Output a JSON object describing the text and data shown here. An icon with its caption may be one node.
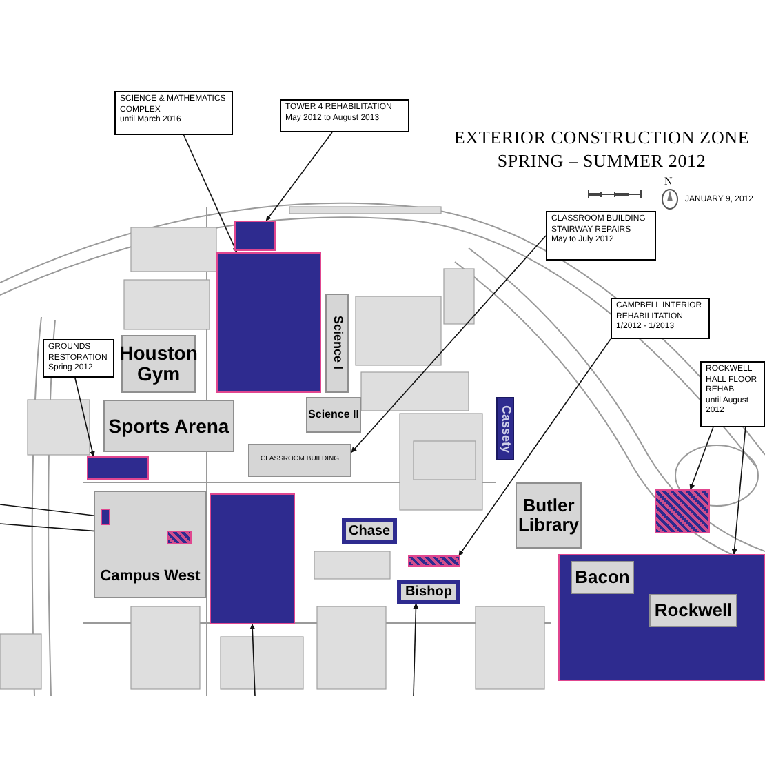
{
  "diagram": {
    "title": "EXTERIOR CONSTRUCTION ZONE SPRING – SUMMER 2012",
    "nodes": [
      {
        "text": [
          "SCIENCE & MATHEMATICS COMPLEX",
          "until March 2016"
        ]
      },
      {
        "text": [
          "TOWER 4 REHABILITATION",
          "May 2012 to August 2013"
        ]
      },
      {
        "text": [
          "CLASSROOM BUILDING STAIRWAY REPAIRS",
          "May to July 2012"
        ]
      },
      {
        "text": [
          "CAMPBELL INTERIOR REHABILITATION",
          "1/2012 - 1/2013"
        ]
      },
      {
        "text": [
          "GROUNDS RESTORATION",
          "Spring 2012"
        ]
      },
      {
        "text": [
          "ROCKWELL HALL FLOOR REHAB",
          "until August 2012"
        ]
      },
      {
        "text": [],
        "shape": "box"
      },
      {
        "text": [],
        "shape": "box"
      },
      {
        "text": [
          "Houston Gym"
        ]
      },
      {
        "text": [
          "Science I"
        ]
      },
      {
        "text": [
          "Science II"
        ]
      },
      {
        "text": [
          "Sports Arena"
        ]
      },
      {
        "text": [],
        "shape": "box"
      },
      {
        "text": [
          "CLASSROOM BUILDING"
        ]
      },
      {
        "text": [
          "Cassety"
        ]
      },
      {
        "text": [
          "Campus West"
        ]
      },
      {
        "text": [],
        "shape": "box",
        "in": 15
      },
      {
        "text": [],
        "shape": "box",
        "in": 15
      },
      {
        "text": [],
        "shape": "box"
      },
      {
        "text": [
          "Chase"
        ]
      },
      {
        "text": [
          "Butler Library"
        ]
      },
      {
        "text": [],
        "shape": "box"
      },
      {
        "text": [],
        "shape": "box"
      },
      {
        "text": [],
        "shape": "box"
      },
      {
        "text": [
          "Bacon"
        ],
        "in": 23
      },
      {
        "text": [
          "Bishop"
        ]
      },
      {
        "text": [
          "Rockwell"
        ],
        "in": 23
      }
    ],
    "edges": [
      {
        "from": 0,
        "to": 7,
        "arrow": "to"
      },
      {
        "from": 1,
        "to": 6,
        "arrow": "to"
      },
      {
        "from": 2,
        "to": 13,
        "arrow": "to"
      },
      {
        "from": 3,
        "to": 21,
        "arrow": "to"
      },
      {
        "from": 4,
        "to": 12,
        "arrow": "to"
      },
      {
        "from": 5,
        "to": 22,
        "arrow": "to"
      },
      {
        "from": 5,
        "to": 23,
        "arrow": "to"
      },
      {
        "from": null,
        "to": 16,
        "arrow": "to"
      },
      {
        "from": null,
        "to": 17,
        "arrow": "to"
      },
      {
        "from": null,
        "to": 18,
        "arrow": "to"
      },
      {
        "from": null,
        "to": 25,
        "arrow": "to"
      }
    ],
    "labels": [
      "N",
      "JANUARY 9, 2012"
    ]
  }
}
